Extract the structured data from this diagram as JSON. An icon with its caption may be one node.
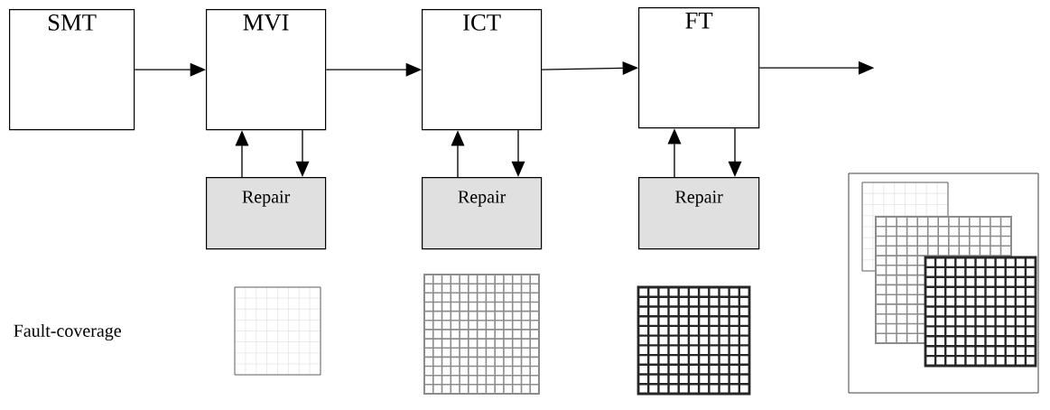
{
  "diagram": {
    "nodes": [
      {
        "text": [
          "SMT"
        ]
      },
      {
        "text": [
          "MVI"
        ]
      },
      {
        "text": [
          "ICT"
        ]
      },
      {
        "text": [
          "FT"
        ]
      },
      {
        "text": [
          "Repair"
        ]
      },
      {
        "text": [
          "Repair"
        ]
      },
      {
        "text": [
          "Repair"
        ]
      }
    ],
    "edges": [
      {
        "from": 0,
        "to": 1,
        "arrow": "to"
      },
      {
        "from": 1,
        "to": 2,
        "arrow": "to"
      },
      {
        "from": 2,
        "to": 3,
        "arrow": "to"
      },
      {
        "from": 3,
        "to": null,
        "arrow": "to"
      },
      {
        "from": 4,
        "to": 1,
        "arrow": "to"
      },
      {
        "from": 1,
        "to": 4,
        "arrow": "to"
      },
      {
        "from": 5,
        "to": 2,
        "arrow": "to"
      },
      {
        "from": 2,
        "to": 5,
        "arrow": "to"
      },
      {
        "from": 6,
        "to": 3,
        "arrow": "to"
      },
      {
        "from": 3,
        "to": 6,
        "arrow": "to"
      }
    ],
    "labels": [
      "Fault-coverage"
    ]
  }
}
